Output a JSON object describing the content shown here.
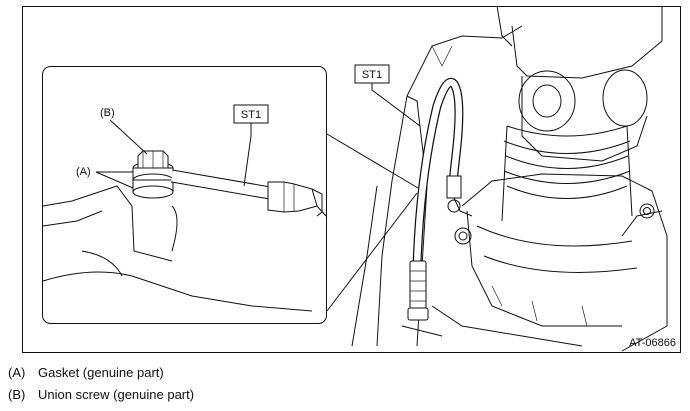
{
  "figure": {
    "code": "AT-06866",
    "callouts": {
      "st1_main": "ST1",
      "st1_detail": "ST1",
      "label_a": "(A)",
      "label_b": "(B)"
    }
  },
  "legend": [
    {
      "key": "(A)",
      "text": "Gasket (genuine part)"
    },
    {
      "key": "(B)",
      "text": "Union screw (genuine part)"
    }
  ]
}
